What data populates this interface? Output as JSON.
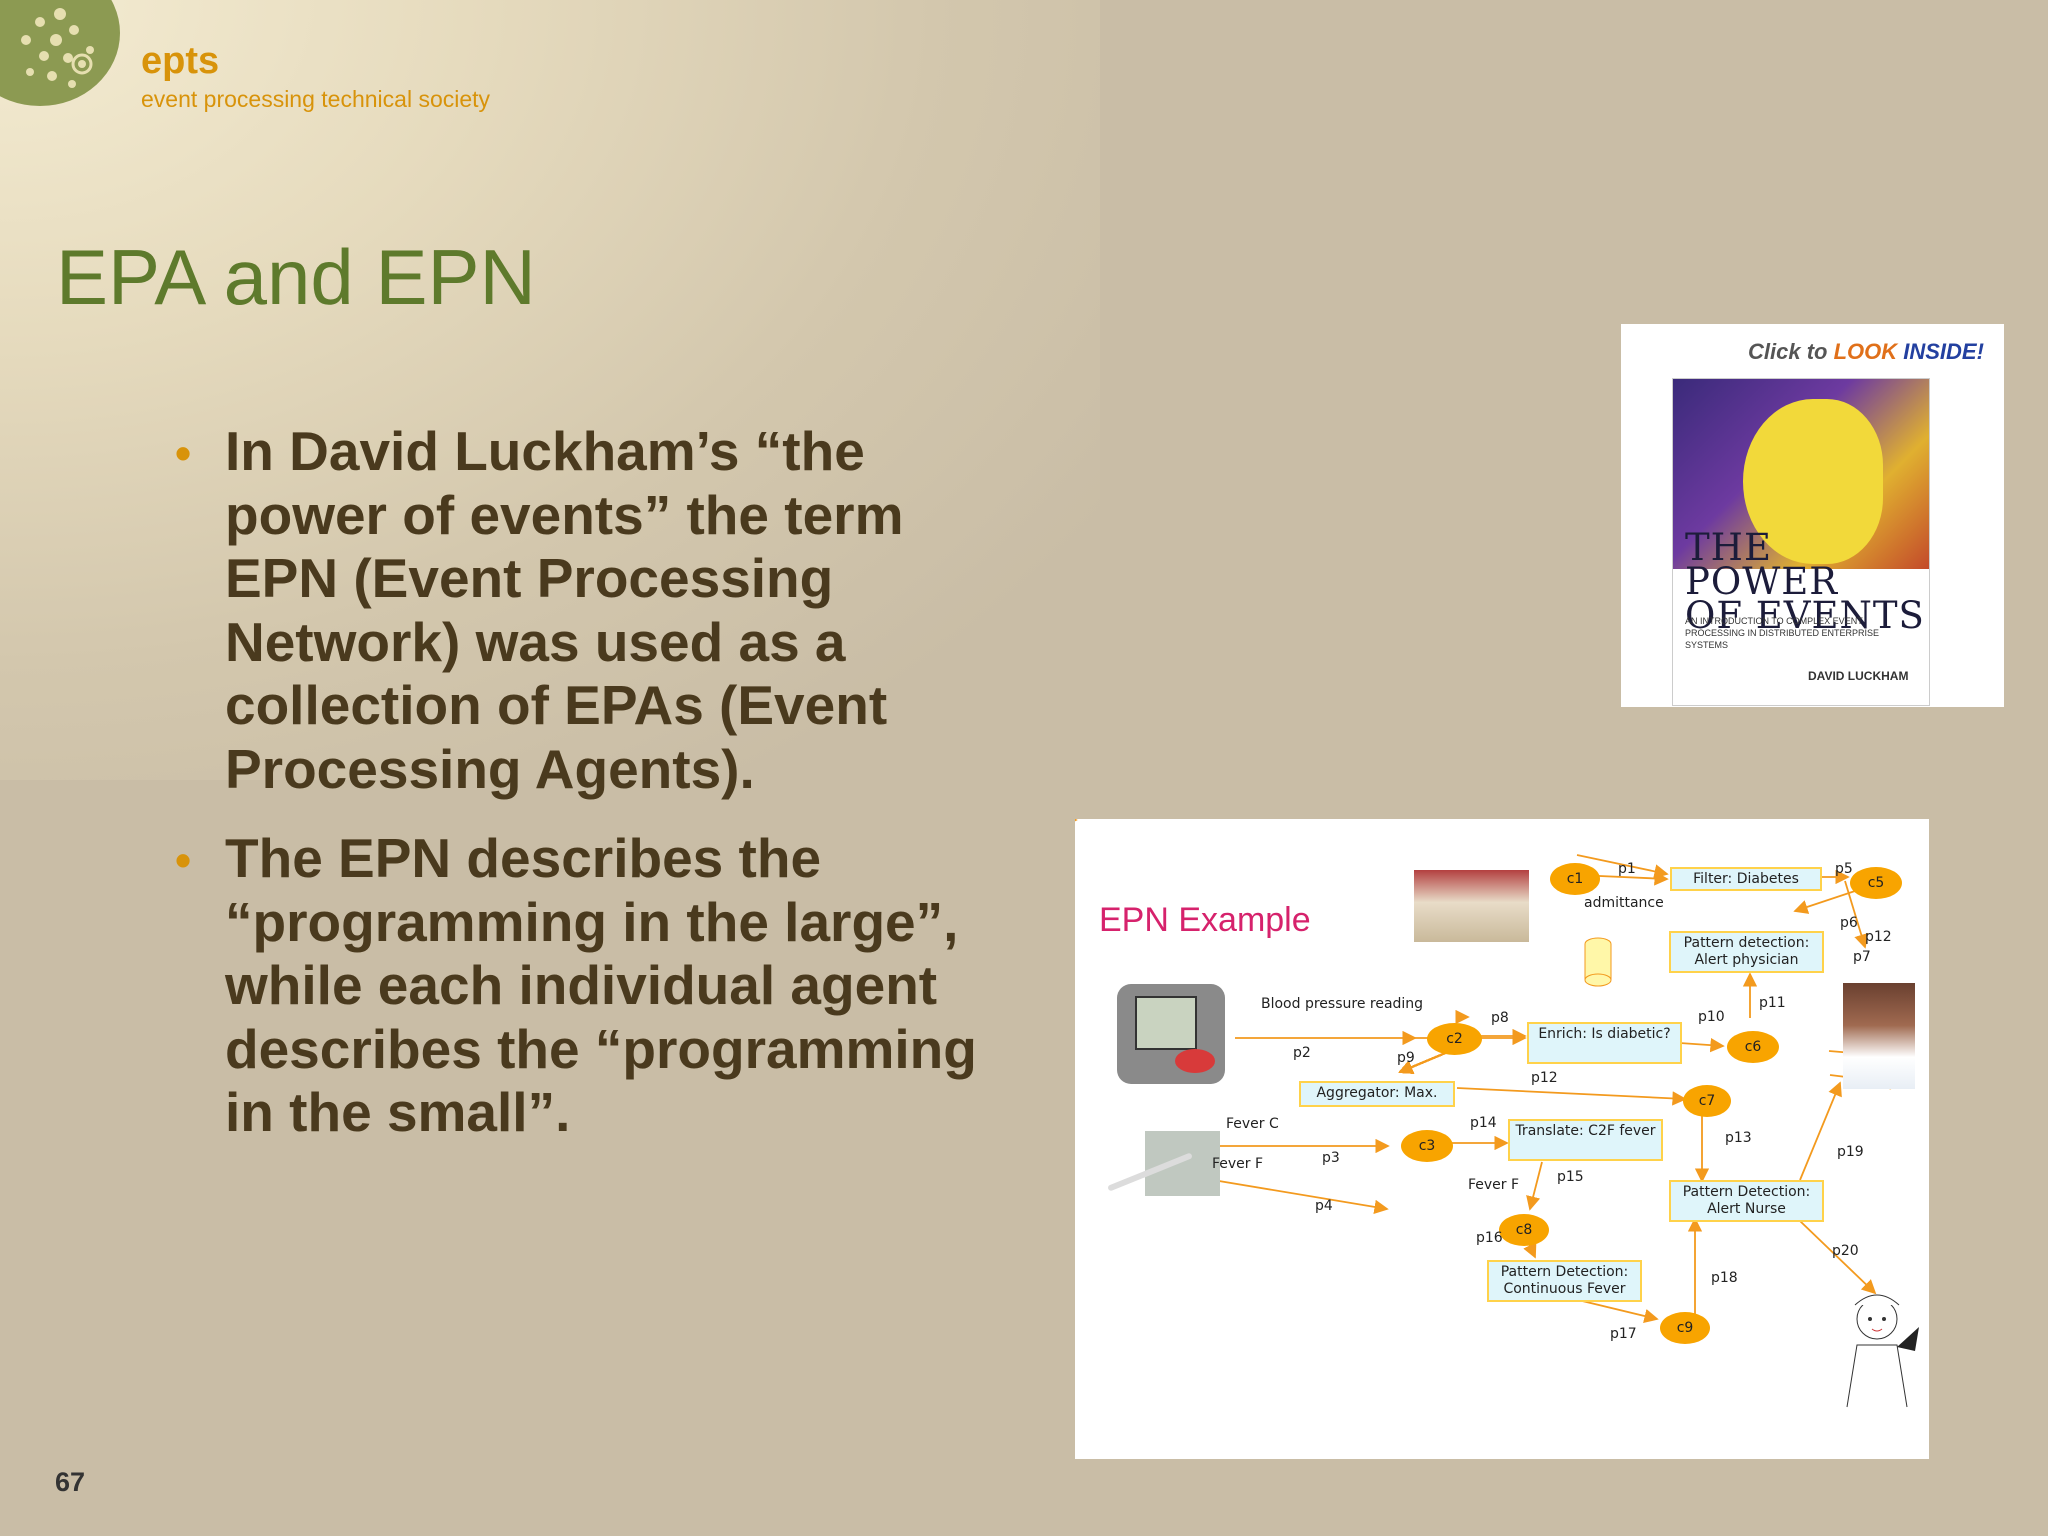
{
  "brand": {
    "name": "epts",
    "subtitle": "event processing technical society"
  },
  "slide": {
    "title": "EPA and EPN",
    "bullets": [
      "In David Luckham’s “the power of events” the term EPN (Event Processing Network)  was used as a collection of EPAs (Event Processing Agents).",
      "The EPN describes the “programming in the large”, while each individual agent describes the “programming in the small”."
    ],
    "page_number": "67"
  },
  "book": {
    "look_inside": {
      "click_to": "Click to ",
      "look": "LOOK ",
      "inside": "INSIDE!"
    },
    "title_line1": "THE POWER",
    "title_line2": "OF EVENTS",
    "intro": "AN INTRODUCTION TO COMPLEX EVENT PROCESSING IN DISTRIBUTED ENTERPRISE SYSTEMS",
    "author": "DAVID LUCKHAM"
  },
  "diagram": {
    "title": "EPN Example",
    "boxes": {
      "filter": "Filter: Diabetes",
      "pd_alert_physician": "Pattern detection: Alert physician",
      "enrich": "Enrich: Is diabetic?",
      "aggregator": "Aggregator: Max.",
      "translate": "Translate: C2F fever",
      "pd_alert_nurse": "Pattern Detection: Alert Nurse",
      "pd_continuous_fever": "Pattern Detection: Continuous Fever"
    },
    "channels": [
      "c1",
      "c2",
      "c3",
      "c5",
      "c6",
      "c7",
      "c8",
      "c9"
    ],
    "labels": {
      "admittance": "admittance",
      "bp_reading": "Blood pressure reading",
      "fever_c": "Fever C",
      "fever_f": "Fever F",
      "fever_f2": "Fever F"
    },
    "pipes": [
      "p1",
      "p2",
      "p3",
      "p4",
      "p5",
      "p6",
      "p7",
      "p8",
      "p9",
      "p10",
      "p11",
      "p12",
      "p12",
      "p13",
      "p14",
      "p15",
      "p16",
      "p17",
      "p18",
      "p19",
      "p20"
    ],
    "edge_color": "#f39a1e"
  }
}
